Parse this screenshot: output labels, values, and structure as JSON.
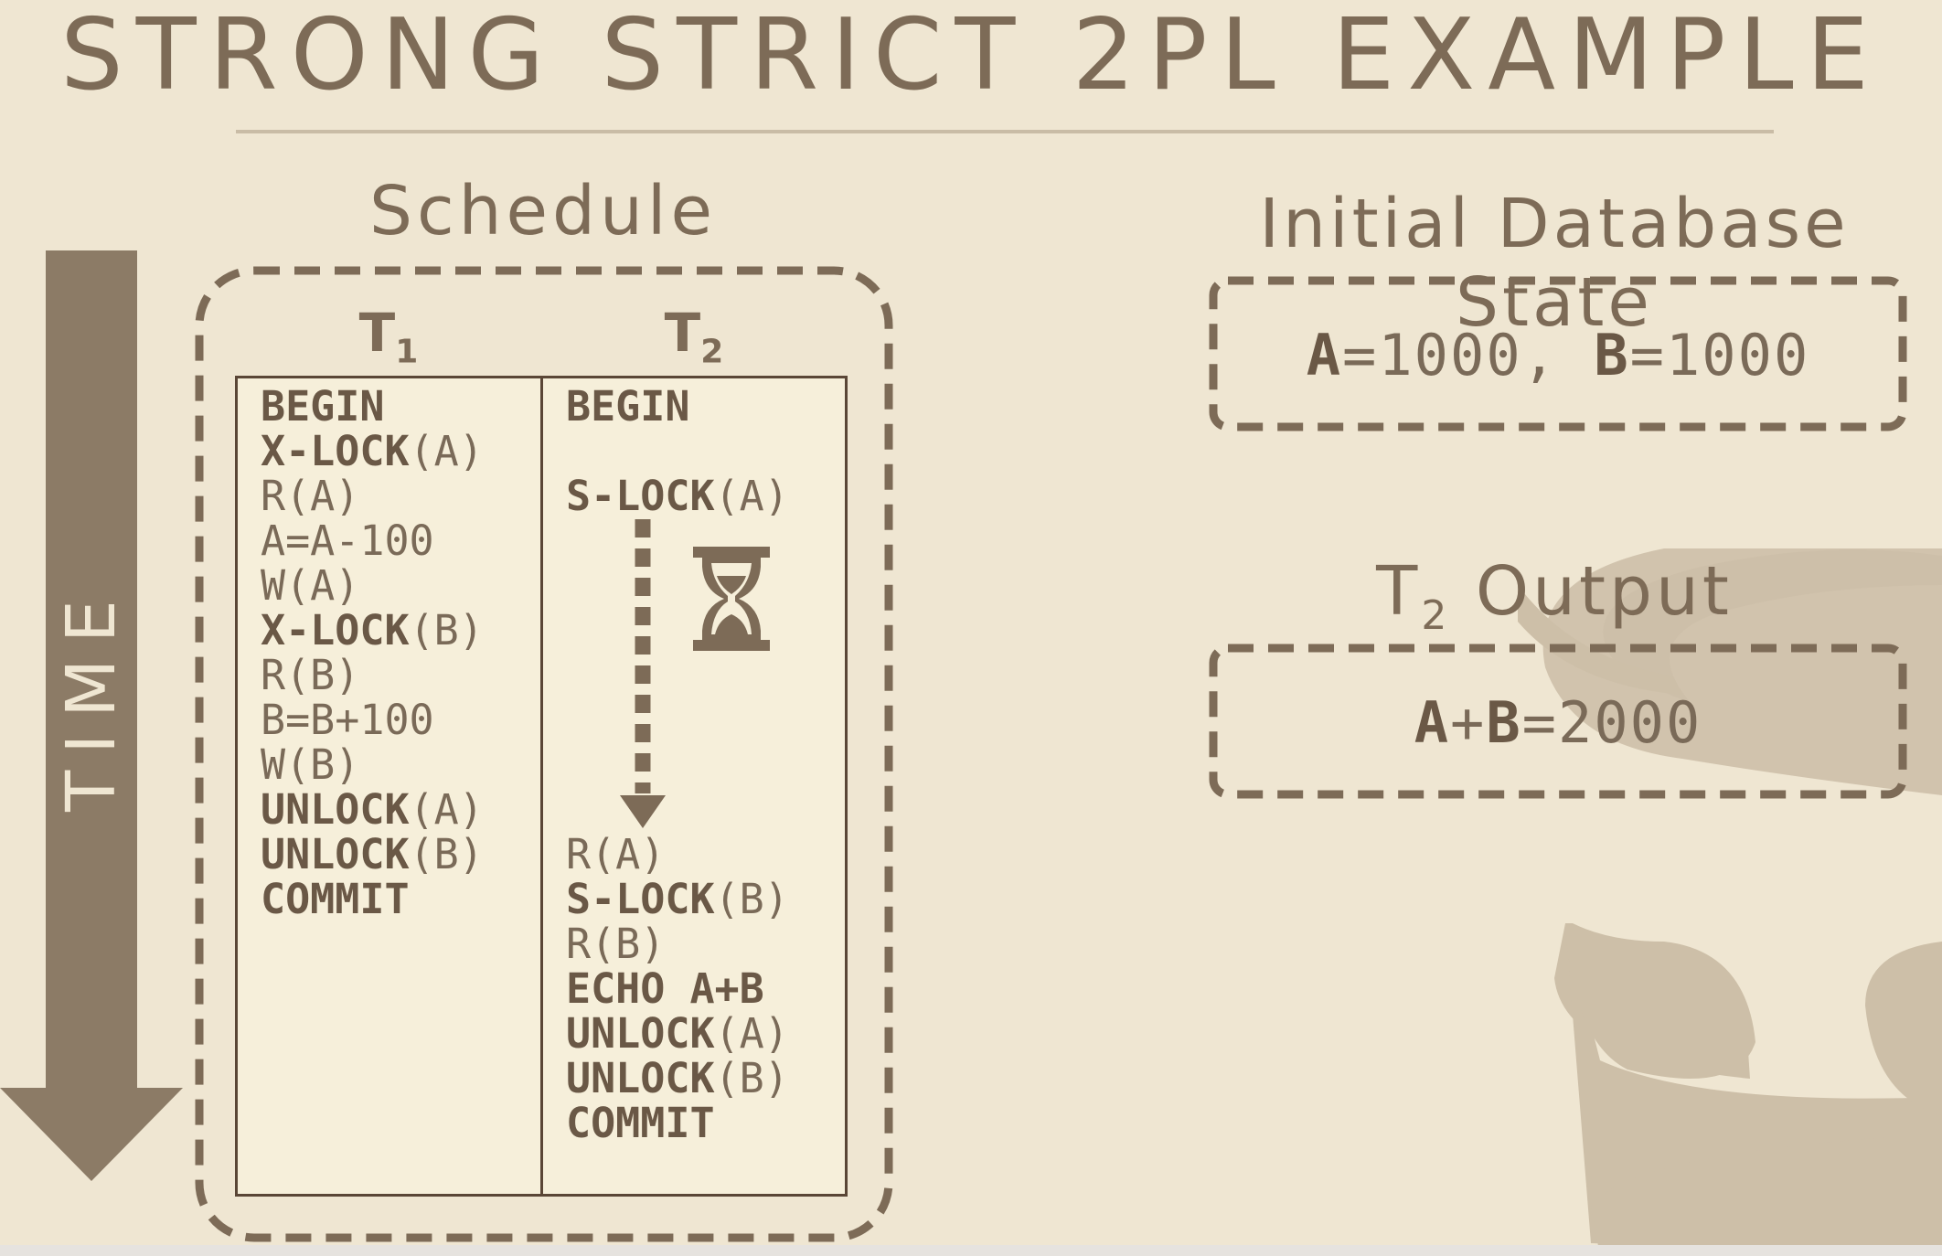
{
  "slide": {
    "title": "STRONG STRICT 2PL EXAMPLE"
  },
  "time_axis": {
    "label": "TIME"
  },
  "schedule": {
    "heading": "Schedule",
    "t1": {
      "name": "T",
      "sub": "1"
    },
    "t2": {
      "name": "T",
      "sub": "2"
    },
    "t1_ops": [
      {
        "text": "BEGIN",
        "bold": true
      },
      {
        "text": "X-LOCK",
        "arg": "(A)",
        "bold": true
      },
      {
        "text": "R(A)",
        "bold": false
      },
      {
        "text": "A=A-100",
        "bold": false
      },
      {
        "text": "W(A)",
        "bold": false
      },
      {
        "text": "X-LOCK",
        "arg": "(B)",
        "bold": true
      },
      {
        "text": "R(B)",
        "bold": false
      },
      {
        "text": "B=B+100",
        "bold": false
      },
      {
        "text": "W(B)",
        "bold": false
      },
      {
        "text": "UNLOCK",
        "arg": "(A)",
        "bold": true
      },
      {
        "text": "UNLOCK",
        "arg": "(B)",
        "bold": true
      },
      {
        "text": "COMMIT",
        "bold": true
      }
    ],
    "t2_ops": {
      "begin": {
        "text": "BEGIN",
        "bold": true
      },
      "slock_a": {
        "text": "S-LOCK",
        "arg": "(A)",
        "bold": true
      },
      "after_wait": [
        {
          "text": "R(A)",
          "bold": false
        },
        {
          "text": "S-LOCK",
          "arg": "(B)",
          "bold": true
        },
        {
          "text": "R(B)",
          "bold": false
        },
        {
          "text": "ECHO A+B",
          "bold": true
        },
        {
          "text": "UNLOCK",
          "arg": "(A)",
          "bold": true
        },
        {
          "text": "UNLOCK",
          "arg": "(B)",
          "bold": true
        },
        {
          "text": "COMMIT",
          "bold": true
        }
      ]
    },
    "wait_icon": "hourglass-icon"
  },
  "initial_state": {
    "heading": "Initial Database State",
    "a_label": "A",
    "a_value": "=1000,",
    "b_label": "B",
    "b_value": "=1000"
  },
  "output": {
    "heading_t": "T",
    "heading_sub": "2",
    "heading_rest": " Output",
    "expr_a": "A",
    "expr_plus": "+",
    "expr_b": "B",
    "expr_value": "=2000"
  },
  "colors": {
    "background": "#efe6d2",
    "ink": "#7d6b57",
    "arrow": "#8c7b66",
    "table_bg": "#f6efda",
    "decoration": "#cdbfa8"
  }
}
